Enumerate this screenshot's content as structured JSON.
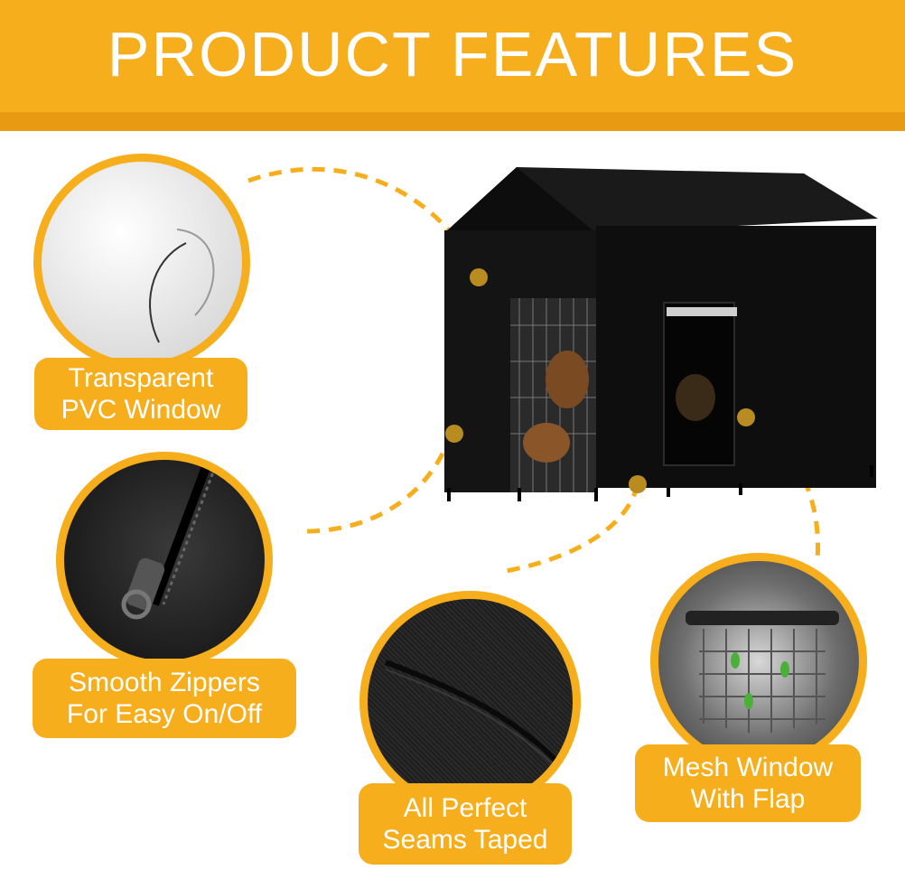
{
  "banner": {
    "title": "PRODUCT FEATURES"
  },
  "features": [
    {
      "line1": "Transparent",
      "line2": "PVC Window"
    },
    {
      "line1": "Smooth Zippers",
      "line2": "For Easy On/Off"
    },
    {
      "line1": "All Perfect",
      "line2": "Seams Taped"
    },
    {
      "line1": "Mesh Window",
      "line2": "With Flap"
    }
  ],
  "colors": {
    "accent": "#F6AE1C",
    "accent_dark": "#E89A12",
    "dot": "#B98C22",
    "cover": "#111111",
    "text": "#ffffff"
  }
}
